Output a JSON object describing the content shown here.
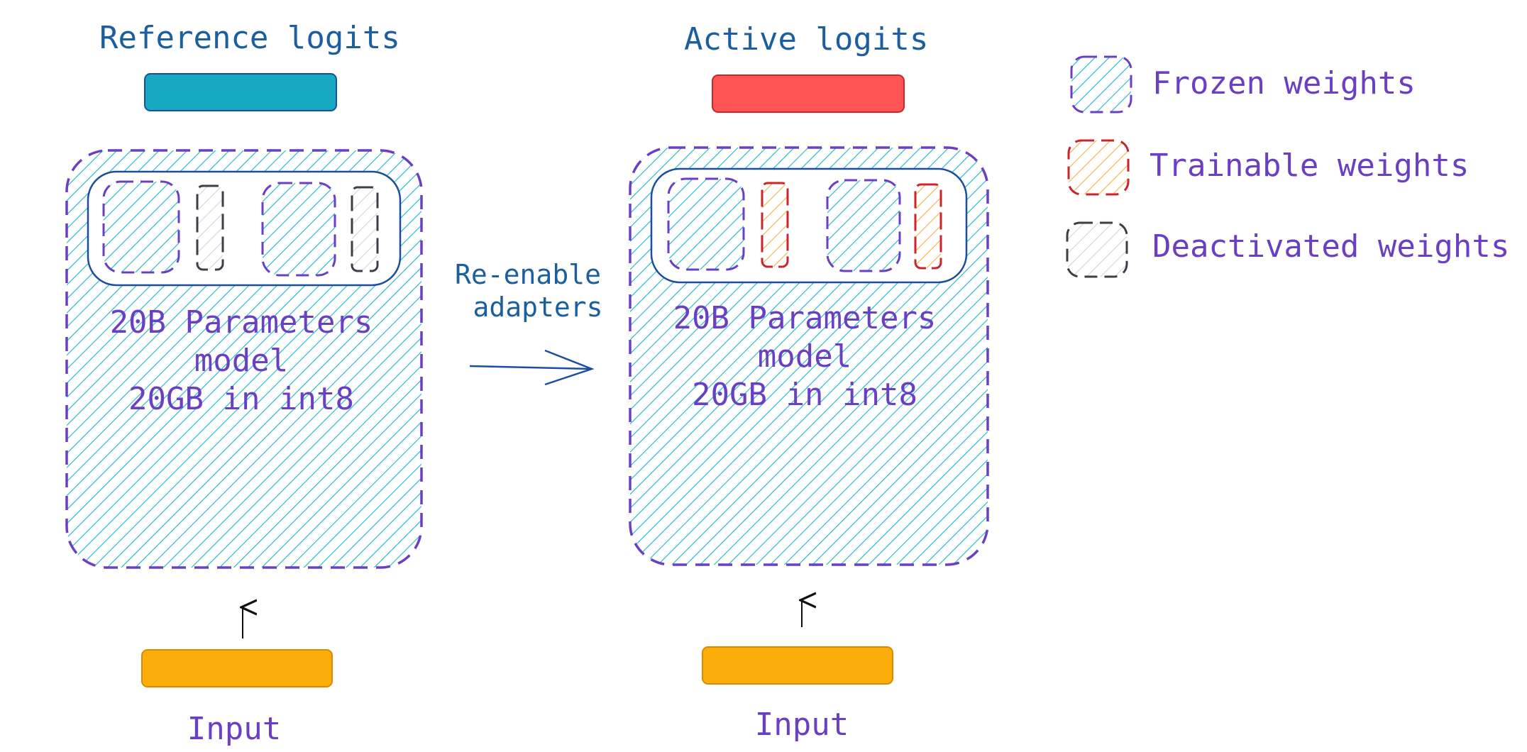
{
  "diagram": {
    "left_panel": {
      "title": "Reference logits",
      "model_lines": [
        "20B Parameters",
        "model",
        "20GB in int8"
      ],
      "input_label": "Input",
      "adapter_state": "deactivated"
    },
    "right_panel": {
      "title": "Active logits",
      "model_lines": [
        "20B Parameters",
        "model",
        "20GB in int8"
      ],
      "input_label": "Input",
      "adapter_state": "trainable"
    },
    "transition_label_lines": [
      "Re-enable",
      "adapters"
    ],
    "legend": [
      {
        "label": "Frozen weights",
        "kind": "frozen"
      },
      {
        "label": "Trainable weights",
        "kind": "trainable"
      },
      {
        "label": "Deactivated weights",
        "kind": "deactivated"
      }
    ]
  },
  "colors": {
    "reference_logits": "#17a8c2",
    "active_logits": "#ff5555",
    "input": "#fbae0a",
    "frozen_hatch": "#15b8c9",
    "frozen_border": "#6a3fc4",
    "trainable_hatch": "#f5b043",
    "trainable_border": "#c9252b",
    "deactivated_hatch": "#c8c8cc",
    "deactivated_border": "#3c3f48",
    "title_text": "#1c5fa0",
    "body_text": "#6a3fc4"
  }
}
